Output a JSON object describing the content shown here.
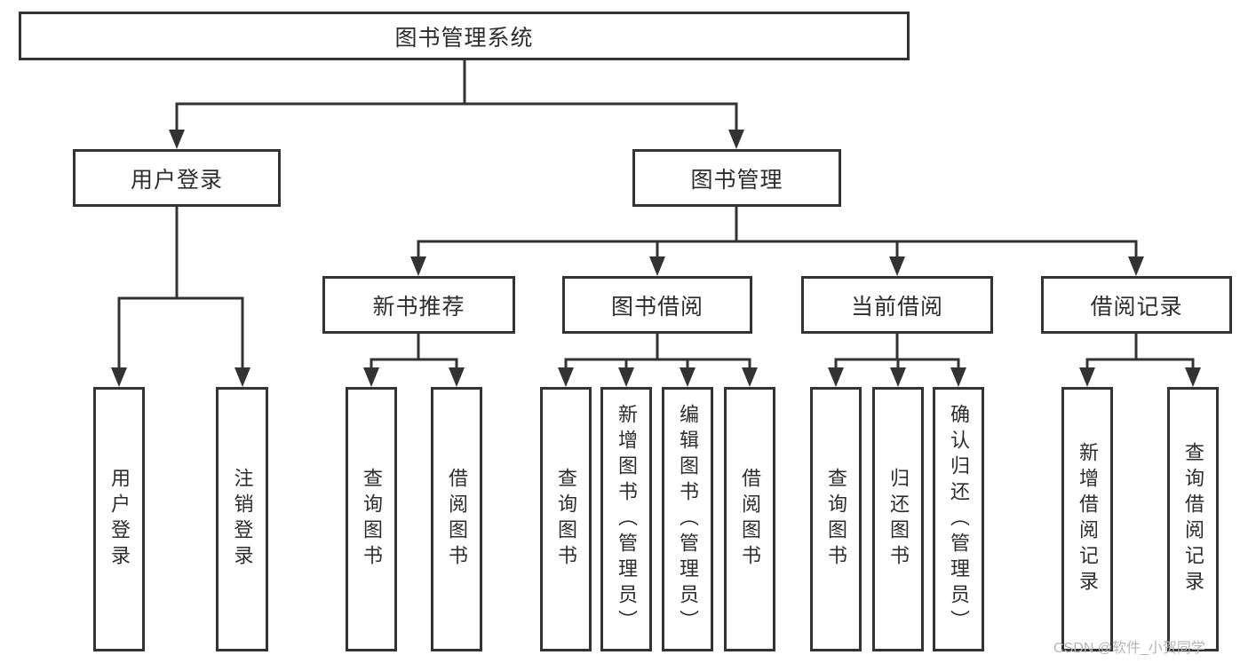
{
  "tree": {
    "root": "图书管理系统",
    "level2": [
      "用户登录",
      "图书管理"
    ],
    "level3": [
      "新书推荐",
      "图书借阅",
      "当前借阅",
      "借阅记录"
    ],
    "leaves": {
      "login": [
        "用户登录",
        "注销登录"
      ],
      "recommend": [
        "查询图书",
        "借阅图书"
      ],
      "borrow": [
        "查询图书",
        "新增图书（管理员）",
        "编辑图书（管理员）",
        "借阅图书"
      ],
      "current": [
        "查询图书",
        "归还图书",
        "确认归还（管理员）"
      ],
      "records": [
        "新增借阅记录",
        "查询借阅记录"
      ]
    }
  },
  "watermark": "CSDN @软件_小贺同学",
  "colors": {
    "line": "#333333",
    "box_border": "#333333",
    "text": "#2d2d2d",
    "watermark": "#b5b5b5",
    "background": "#ffffff"
  }
}
